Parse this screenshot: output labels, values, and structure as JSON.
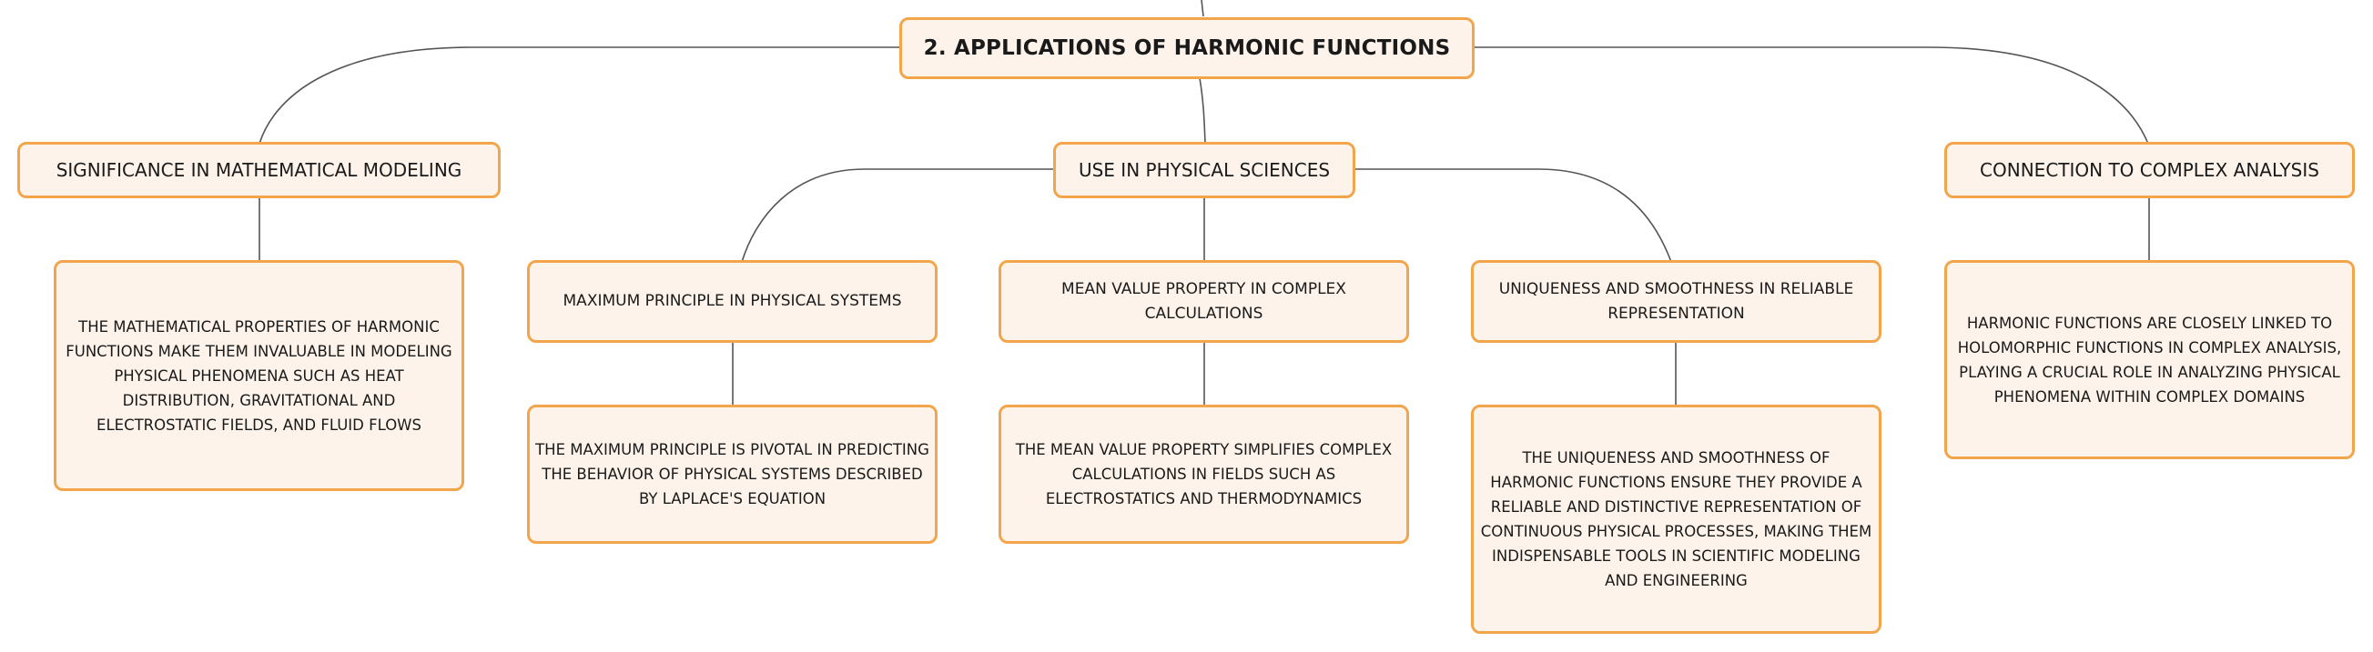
{
  "title": "2. APPLICATIONS OF HARMONIC FUNCTIONS",
  "branches": [
    {
      "label": "SIGNIFICANCE IN MATHEMATICAL MODELING",
      "detail": "THE MATHEMATICAL PROPERTIES OF HARMONIC FUNCTIONS MAKE THEM INVALUABLE IN MODELING PHYSICAL PHENOMENA SUCH AS HEAT DISTRIBUTION, GRAVITATIONAL AND ELECTROSTATIC FIELDS, AND FLUID FLOWS"
    },
    {
      "label": "USE IN PHYSICAL SCIENCES",
      "children": [
        {
          "label": "MAXIMUM PRINCIPLE IN PHYSICAL SYSTEMS",
          "detail": "THE MAXIMUM PRINCIPLE IS PIVOTAL IN PREDICTING THE BEHAVIOR OF PHYSICAL SYSTEMS DESCRIBED BY LAPLACE'S EQUATION"
        },
        {
          "label": "MEAN VALUE PROPERTY IN COMPLEX CALCULATIONS",
          "detail": "THE MEAN VALUE PROPERTY SIMPLIFIES COMPLEX CALCULATIONS IN FIELDS SUCH AS ELECTROSTATICS AND THERMODYNAMICS"
        },
        {
          "label": "UNIQUENESS AND SMOOTHNESS IN RELIABLE REPRESENTATION",
          "detail": "THE UNIQUENESS AND SMOOTHNESS OF HARMONIC FUNCTIONS ENSURE THEY PROVIDE A RELIABLE AND DISTINCTIVE REPRESENTATION OF CONTINUOUS PHYSICAL PROCESSES, MAKING THEM INDISPENSABLE TOOLS IN SCIENTIFIC MODELING AND ENGINEERING"
        }
      ]
    },
    {
      "label": "CONNECTION TO COMPLEX ANALYSIS",
      "detail": "HARMONIC FUNCTIONS ARE CLOSELY LINKED TO HOLOMORPHIC FUNCTIONS IN COMPLEX ANALYSIS, PLAYING A CRUCIAL ROLE IN ANALYZING PHYSICAL PHENOMENA WITHIN COMPLEX DOMAINS"
    }
  ],
  "colors": {
    "node_fill": "#fdf3ea",
    "node_border": "#f2a54a",
    "connector": "#555555",
    "text": "#1a1a1a"
  }
}
